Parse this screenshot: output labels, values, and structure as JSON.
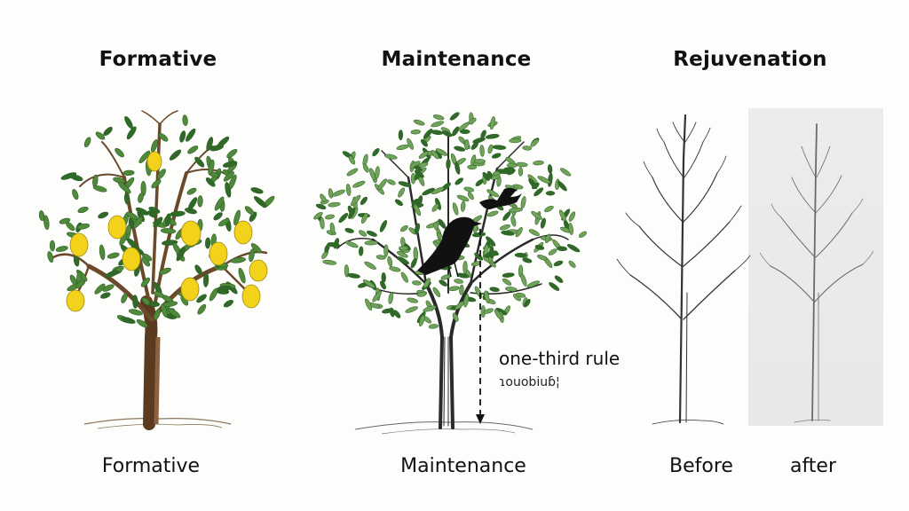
{
  "sections": [
    {
      "heading": "Formative",
      "caption": "Formative"
    },
    {
      "heading": "Maintenance",
      "caption": "Maintenance"
    },
    {
      "heading": "Rejuvenation",
      "caption_before": "Before",
      "caption_after": "after"
    }
  ],
  "annotation": {
    "rule": "one-third rule",
    "mirrored_text": "ɿouobiuɓ¦"
  },
  "colors": {
    "leaf": "#4f8a3a",
    "leaf_dark": "#2f5e24",
    "lemon": "#f2d21a",
    "trunk": "#6b4a2c",
    "sketch": "#333333",
    "bird": "#111111"
  }
}
